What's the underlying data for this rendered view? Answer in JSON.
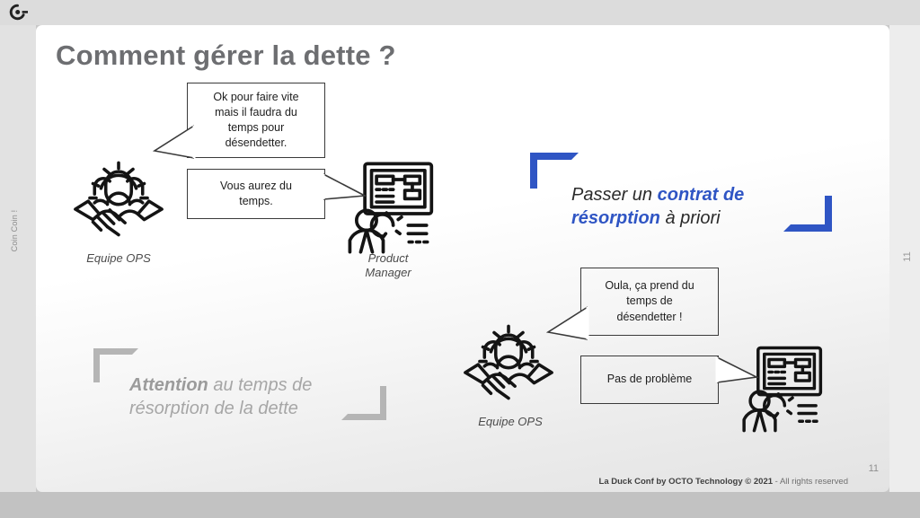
{
  "viewer": {
    "logo_icon": "octo-c-logo-icon",
    "left_rail_label": "Coin Coin !",
    "right_rail_label": "11"
  },
  "slide": {
    "title": "Comment gérer la dette ?",
    "scenes": [
      {
        "id": "scene-top",
        "left_figure": {
          "icon": "ops-team-handshake-gear-icon",
          "caption": "Equipe OPS"
        },
        "right_figure": {
          "icon": "product-manager-dashboard-icon",
          "caption": "Product\nManager"
        },
        "bubbles": [
          {
            "id": "bubble-ops-top",
            "text": "Ok pour faire vite\nmais il faudra du\ntemps pour\ndésendetter."
          },
          {
            "id": "bubble-pm-top",
            "text": "Vous aurez du\ntemps."
          }
        ]
      },
      {
        "id": "scene-bottom",
        "left_figure": {
          "icon": "ops-team-handshake-gear-icon",
          "caption": "Equipe OPS"
        },
        "right_figure": {
          "icon": "product-manager-dashboard-icon",
          "caption": ""
        },
        "bubbles": [
          {
            "id": "bubble-ops-bottom",
            "text": "Oula, ça prend du\ntemps de\ndésendetter !"
          },
          {
            "id": "bubble-pm-bottom",
            "text": "Pas de problème"
          }
        ]
      }
    ],
    "callouts": [
      {
        "id": "callout-contrat-resorption",
        "color": "#2f55c4",
        "line1_pre": "Passer un ",
        "line1_hl": "contrat de",
        "line2_hl": "résorption",
        "line2_post": " à priori"
      },
      {
        "id": "callout-attention-temps",
        "color": "#a6a6a6",
        "line1_hl": "Attention",
        "line1_post": " au temps de",
        "line2": "résorption de la dette"
      }
    ],
    "footer": {
      "brand": "La Duck Conf by OCTO Technology",
      "copyright": " © 2021",
      "rights": " - All rights reserved",
      "page_number": "11"
    }
  }
}
